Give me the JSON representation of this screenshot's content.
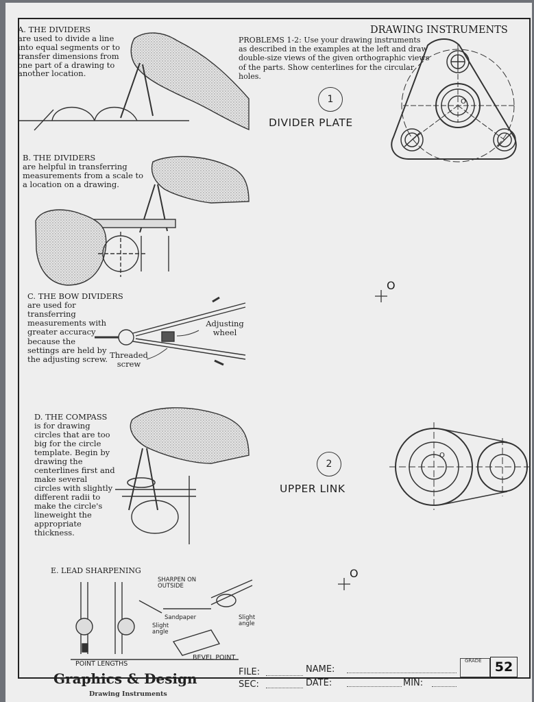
{
  "header": {
    "title": "DRAWING INSTRUMENTS",
    "problems_text": "PROBLEMS 1-2: Use your drawing instruments as described in the examples at the left and draw double-size views of the given orthographic views of the parts. Show centerlines for the circular holes."
  },
  "sections": {
    "a": {
      "heading": "A. THE DIVIDERS",
      "body": "are used to divide a line into equal segments or to transfer dimensions from one part of a drawing to another location."
    },
    "b": {
      "heading": "B. THE DIVIDERS",
      "body": "are helpful in transferring measurements from a scale to a location on a drawing."
    },
    "c": {
      "heading": "C. THE BOW DIVIDERS",
      "body": "are used for transferring measurements with greater accuracy because the settings are held by the adjusting screw.",
      "label_wheel": "Adjusting wheel",
      "label_screw": "Threaded screw"
    },
    "d": {
      "heading": "D. THE COMPASS",
      "body": "is for drawing circles that are too big for the circle template. Begin by drawing the centerlines first and make several circles with slightly different radii to make the circle's lineweight the appropriate thickness."
    },
    "e": {
      "heading": "E. LEAD SHARPENING",
      "sharpen": "SHARPEN ON OUTSIDE",
      "sandpaper": "Sandpaper",
      "slight_angle_1": "Slight angle",
      "slight_angle_2": "Slight angle",
      "point_lengths": "POINT LENGTHS",
      "bevel_point": "BEVEL POINT"
    }
  },
  "problems": [
    {
      "number": "1",
      "label": "DIVIDER PLATE",
      "marker": "O"
    },
    {
      "number": "2",
      "label": "UPPER LINK",
      "marker": "O"
    }
  ],
  "footer": {
    "brand": "Graphics & Design",
    "subtitle": "Drawing Instruments",
    "file_label": "FILE:",
    "sec_label": "SEC:",
    "name_label": "NAME:",
    "date_label": "DATE:",
    "min_label": "MIN:",
    "grade_label": "GRADE",
    "page_number": "52"
  }
}
